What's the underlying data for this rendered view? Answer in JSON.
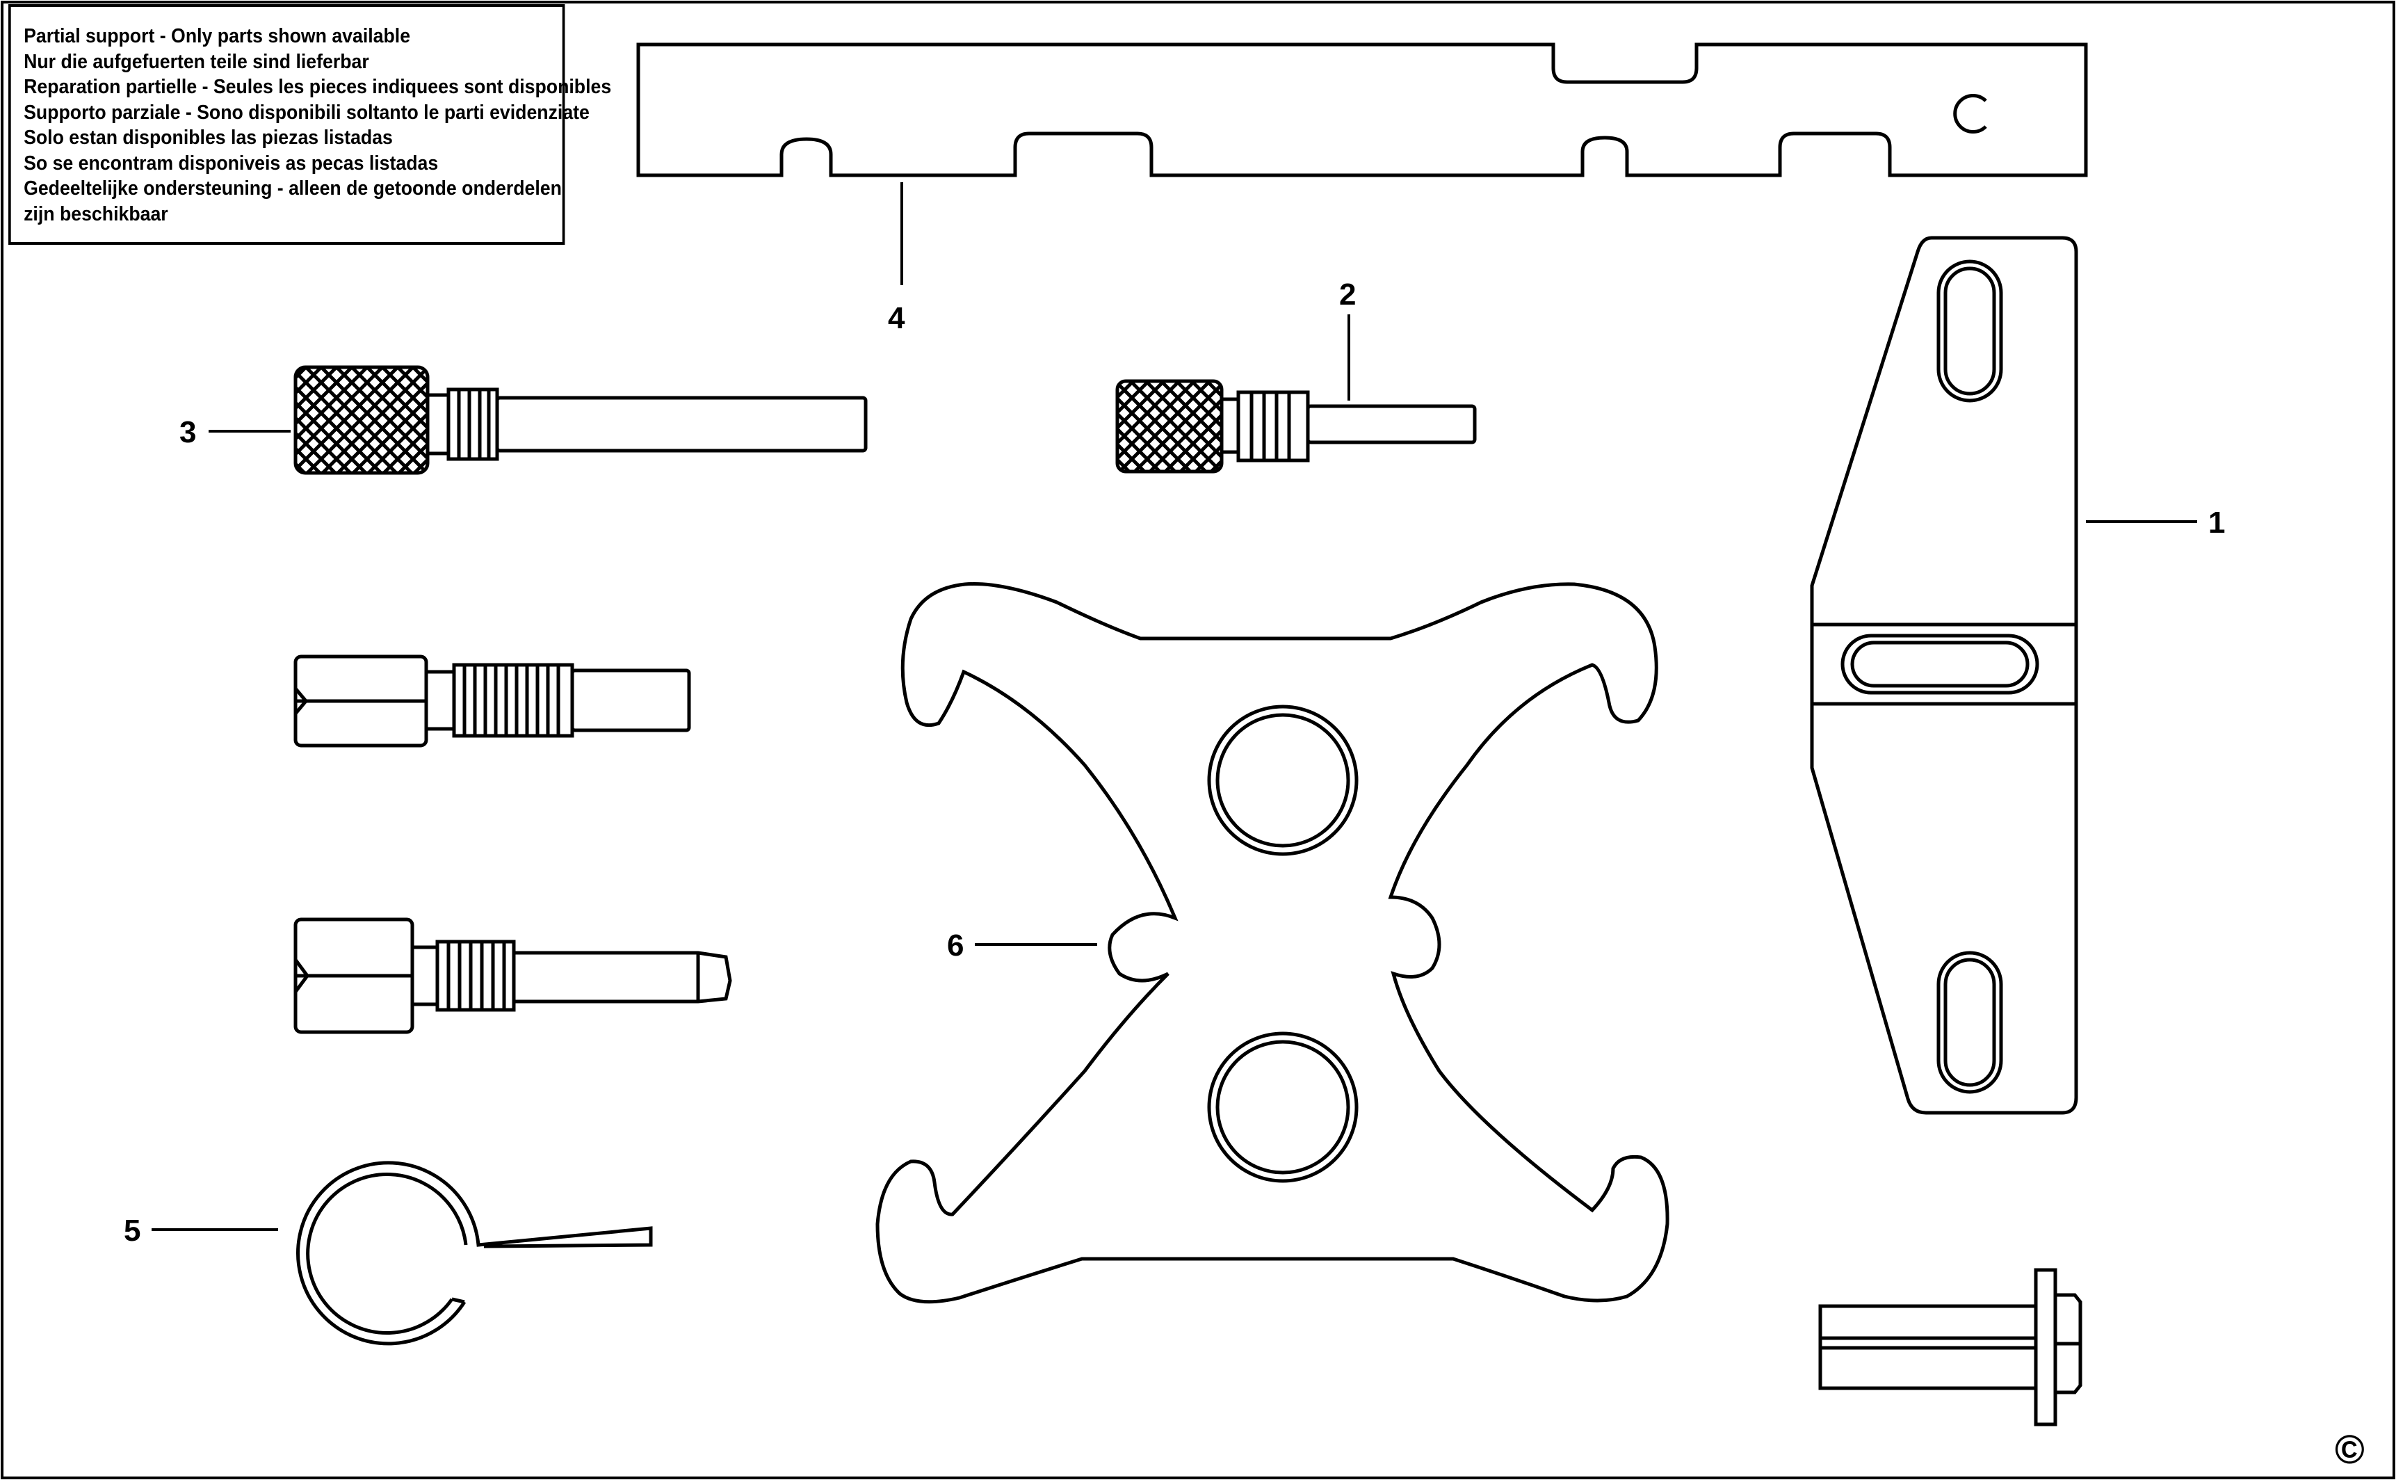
{
  "notice": {
    "lines": [
      "Partial support - Only parts shown available",
      "Nur die aufgefuerten teile sind lieferbar",
      "Reparation partielle - Seules les pieces indiquees sont disponibles",
      "Supporto parziale - Sono disponibili soltanto le parti evidenziate",
      "Solo estan disponibles las piezas listadas",
      "So se encontram disponiveis as pecas listadas",
      "Gedeeltelijke ondersteuning - alleen de getoonde onderdelen",
      "zijn beschikbaar"
    ]
  },
  "callouts": {
    "c1": "1",
    "c2": "2",
    "c3": "3",
    "c4": "4",
    "c5": "5",
    "c6": "6"
  },
  "copyright_symbol": "©",
  "colors": {
    "line": "#000000",
    "background": "#ffffff"
  }
}
